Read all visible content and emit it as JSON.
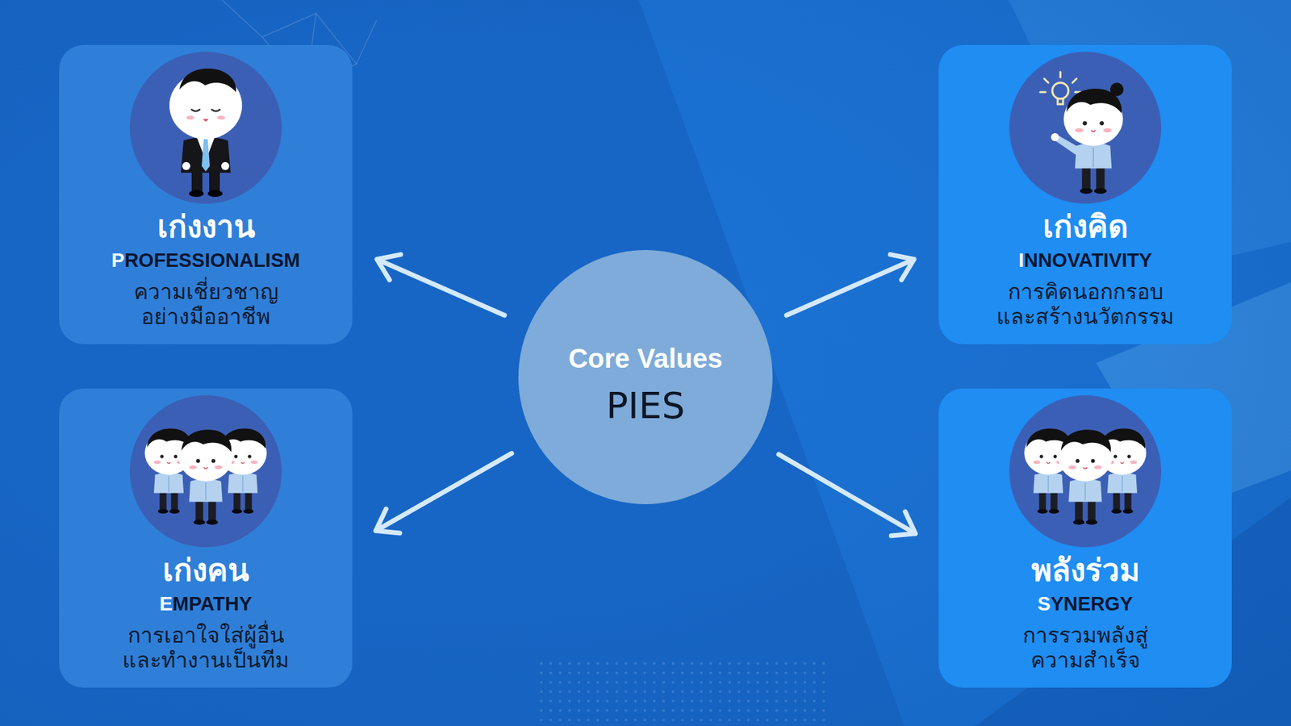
{
  "diagram": {
    "nodes": [
      {
        "text": [
          "เก่งงาน",
          "PROFESSIONALISM",
          "ความเชี่ยวชาญ อย่างมืออาชีพ"
        ]
      },
      {
        "text": [
          "เก่งคิด",
          "INNOVATIVITY",
          "การคิดนอกกรอบ และสร้างนวัตกรรม"
        ]
      },
      {
        "text": [
          "Core Values",
          "PIES"
        ]
      },
      {
        "text": [
          "เก่งคน",
          "EMPATHY",
          "การเอาใจใส่ผู้อื่น และทำงานเป็นทีม"
        ]
      },
      {
        "text": [
          "พลังร่วม",
          "SYNERGY",
          "การรวมพลังสู่ ความสำเร็จ"
        ]
      }
    ],
    "edges": [
      {
        "from": 2,
        "to": 0,
        "arrow": "to"
      },
      {
        "from": 2,
        "to": 1,
        "arrow": "to"
      },
      {
        "from": 2,
        "to": 3,
        "arrow": "to"
      },
      {
        "from": 2,
        "to": 4,
        "arrow": "to"
      }
    ]
  }
}
